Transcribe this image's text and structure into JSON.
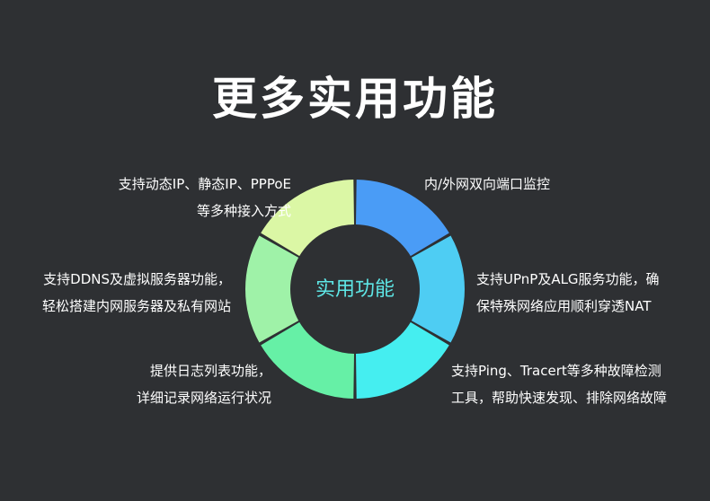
{
  "title": "更多实用功能",
  "center_label": "实用功能",
  "colors": {
    "background": "#2e3033",
    "segments": [
      "#4a9cf6",
      "#4ecdf3",
      "#45eef0",
      "#66f0a6",
      "#9ff2a8",
      "#dbf7a5"
    ],
    "center_text": "#5ee6e6"
  },
  "features": {
    "top_left": {
      "line1": "支持动态IP、静态IP、PPPoE",
      "line2": "等多种接入方式"
    },
    "mid_left": {
      "line1": "支持DDNS及虚拟服务器功能，",
      "line2": "轻松搭建内网服务器及私有网站"
    },
    "bottom_left": {
      "line1": "提供日志列表功能，",
      "line2": "详细记录网络运行状况"
    },
    "top_right": {
      "line1": "内/外网双向端口监控"
    },
    "mid_right": {
      "line1": "支持UPnP及ALG服务功能，确",
      "line2": "保特殊网络应用顺利穿透NAT"
    },
    "bottom_right": {
      "line1": "支持Ping、Tracert等多种故障检测",
      "line2": "工具，帮助快速发现、排除网络故障"
    }
  }
}
